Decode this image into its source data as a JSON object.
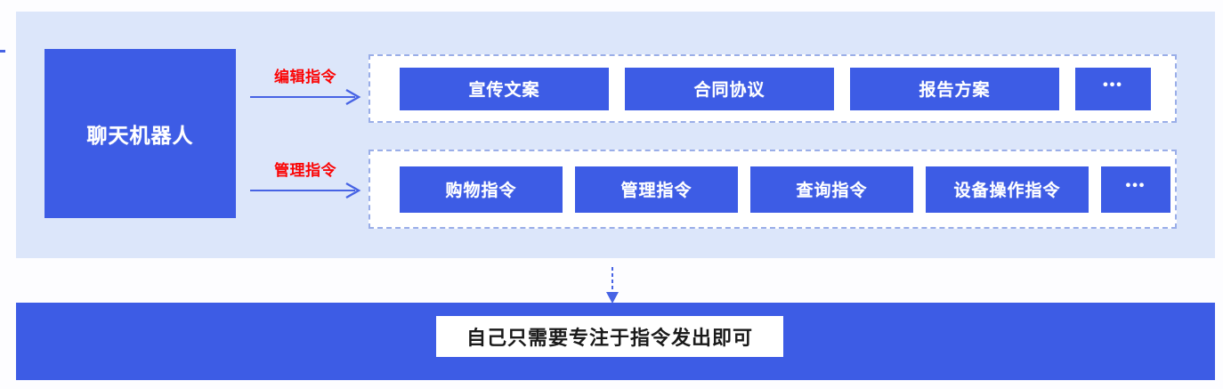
{
  "diagram": {
    "source": {
      "label": "聊天机器人"
    },
    "flows": [
      {
        "arrow_label": "编辑指令",
        "arrow_label_color": "#fb0404",
        "items": [
          {
            "label": "宣传文案"
          },
          {
            "label": "合同协议"
          },
          {
            "label": "报告方案"
          },
          {
            "label": "…",
            "is_ellipsis": true
          }
        ]
      },
      {
        "arrow_label": "管理指令",
        "arrow_label_color": "#fb0404",
        "items": [
          {
            "label": "购物指令"
          },
          {
            "label": "管理指令"
          },
          {
            "label": "查询指令"
          },
          {
            "label": "设备操作指令"
          },
          {
            "label": "…",
            "is_ellipsis": true
          }
        ]
      }
    ],
    "conclusion": {
      "label": "自己只需要专注于指令发出即可"
    },
    "colors": {
      "primary_blue": "#3d5ce5",
      "panel_blue": "#dce6fa",
      "arrow_blue": "#4763e4",
      "dashed_border": "#9aaee8",
      "accent_red": "#fb0404",
      "banner_text": "#1a1a1a",
      "chip_text": "#ffffff"
    }
  }
}
